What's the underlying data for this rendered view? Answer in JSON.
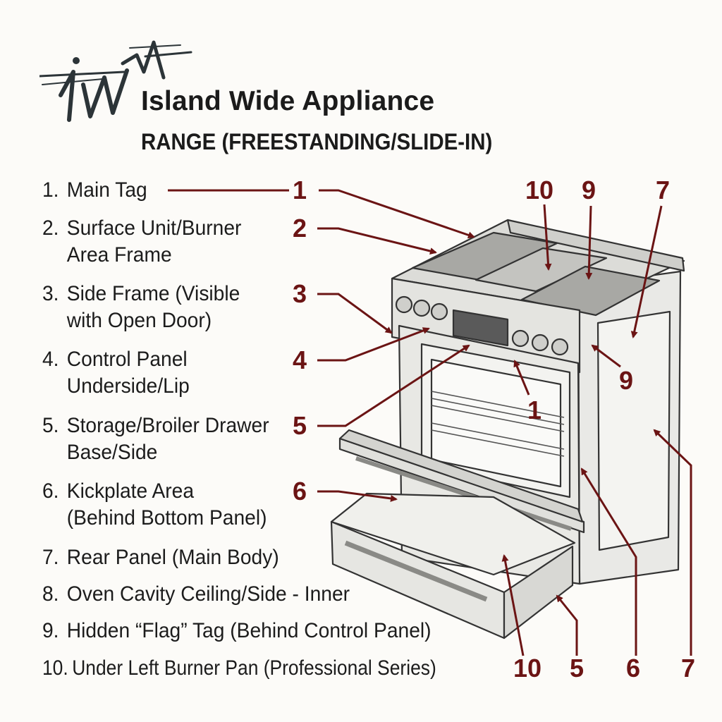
{
  "header": {
    "logo_text": "iwa",
    "brand": "Island Wide Appliance",
    "subtitle": "RANGE (FREESTANDING/SLIDE-IN)"
  },
  "legend": [
    {
      "num": "1.",
      "line1": "Main Tag",
      "line2": ""
    },
    {
      "num": "2.",
      "line1": "Surface Unit/Burner",
      "line2": "Area Frame"
    },
    {
      "num": "3.",
      "line1": "Side Frame (Visible",
      "line2": "with Open Door)"
    },
    {
      "num": "4.",
      "line1": "Control Panel",
      "line2": "Underside/Lip"
    },
    {
      "num": "5.",
      "line1": "Storage/Broiler Drawer",
      "line2": "Base/Side"
    },
    {
      "num": "6.",
      "line1": "Kickplate Area",
      "line2": "(Behind Bottom Panel)"
    },
    {
      "num": "7.",
      "line1": "Rear Panel (Main Body)",
      "line2": ""
    },
    {
      "num": "8.",
      "line1": "Oven Cavity Ceiling/Side - Inner",
      "line2": ""
    },
    {
      "num": "9.",
      "line1": "Hidden “Flag” Tag (Behind Control Panel)",
      "line2": ""
    },
    {
      "num": "10.",
      "line1": "Under Left Burner Pan (Professional Series)",
      "line2": ""
    }
  ],
  "callouts": {
    "c1_left": "1",
    "c2_left": "2",
    "c3_left": "3",
    "c4_left": "4",
    "c5_left": "5",
    "c6_left": "6",
    "c10_top": "10",
    "c9_top": "9",
    "c7_top": "7",
    "c9_right": "9",
    "c1_inner": "1",
    "c10_bottom": "10",
    "c5_bottom": "5",
    "c6_bottom": "6",
    "c7_bottom": "7"
  },
  "colors": {
    "callout": "#6b1414",
    "text": "#1c1c1c",
    "background": "#fcfbf8",
    "outline": "#333333"
  }
}
